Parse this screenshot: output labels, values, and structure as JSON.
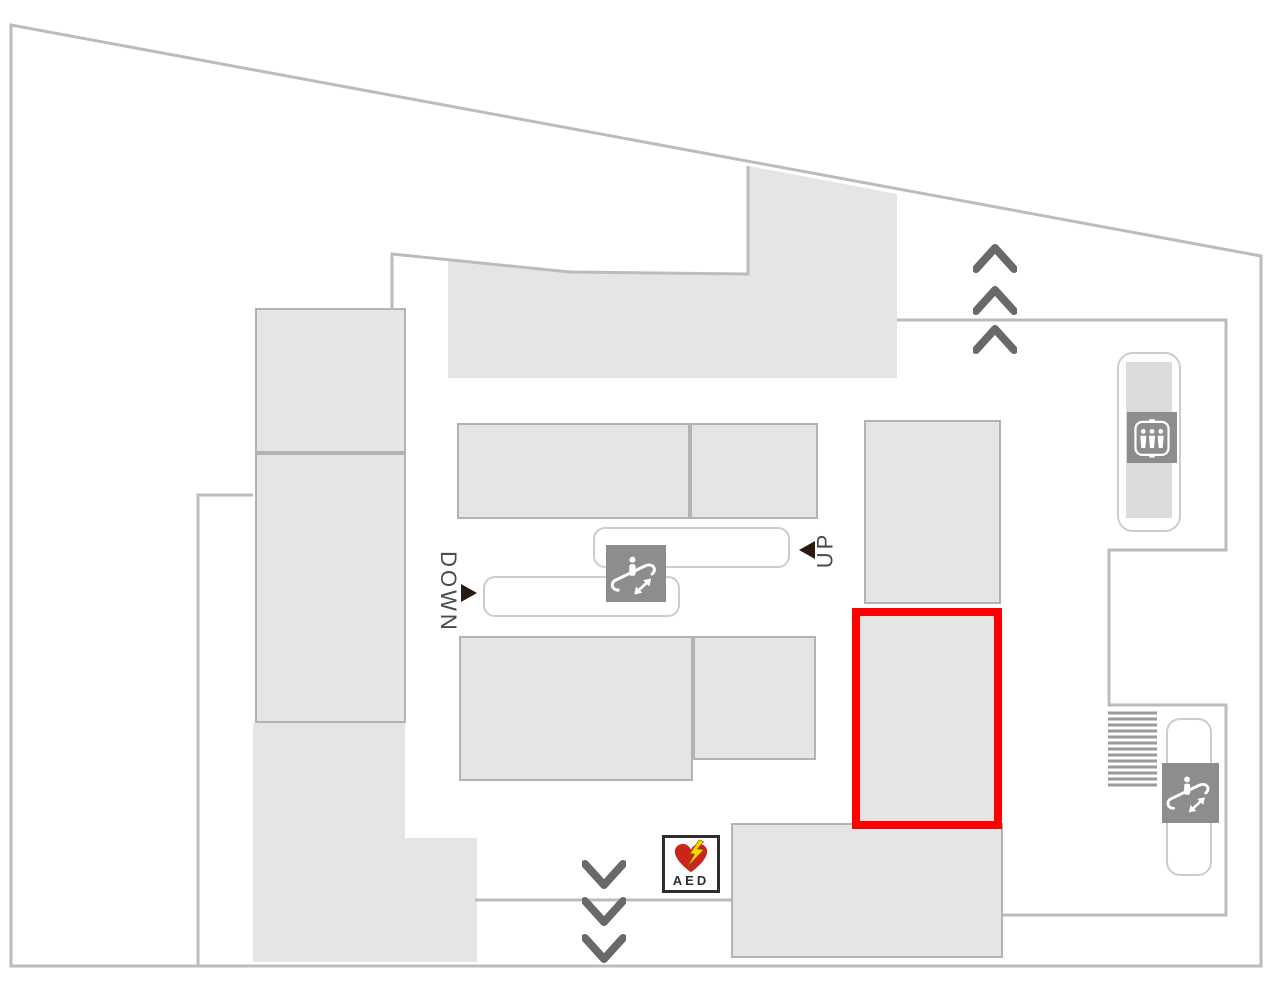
{
  "map": {
    "labels": {
      "up": "UP",
      "down": "DOWN",
      "aed": "AED"
    },
    "icons": [
      "escalator-icon-center",
      "escalator-icon-right",
      "elevator-icon",
      "stairs-icon",
      "aed-icon",
      "up-chevrons",
      "down-chevrons",
      "up-arrow-triangle",
      "down-arrow-triangle"
    ],
    "highlighted_unit": {
      "label": ""
    }
  },
  "colors": {
    "wall": "#bcbcbc",
    "block_fill": "#e5e5e4",
    "block_border": "#b3b3b3",
    "icon_bg": "#8d8d8d",
    "chevron": "#696969",
    "highlight": "#fe0000",
    "arrow": "#2a1b12",
    "label_text": "#4a4a4a",
    "aed_heart": "#cc2418",
    "aed_bolt": "#ffd800",
    "aed_border": "#2e2e2e",
    "track_border": "#cdcdcd",
    "stairs": "#9a9a9a",
    "elevator_fill": "#dcdcdc"
  }
}
